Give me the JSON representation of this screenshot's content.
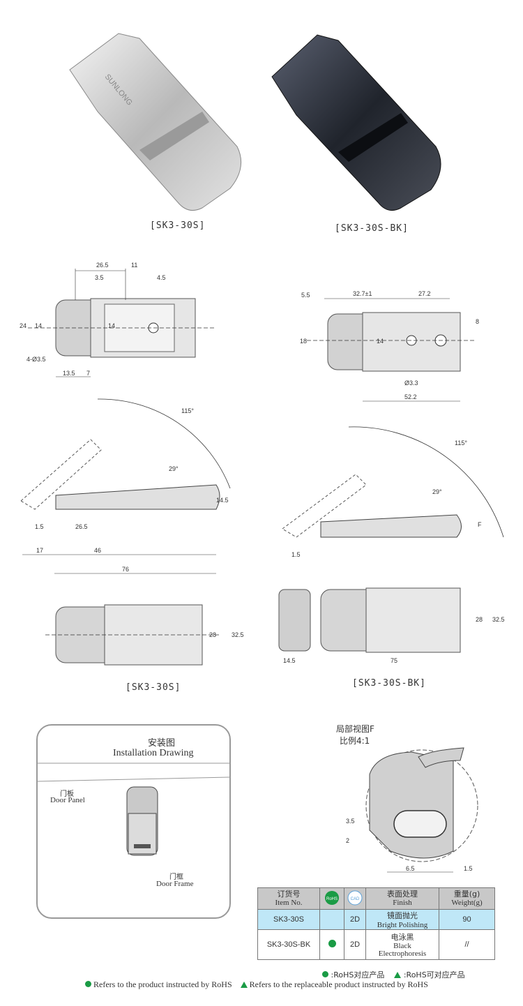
{
  "products": {
    "silver_label": "[SK3-30S]",
    "black_label": "[SK3-30S-BK]"
  },
  "logo_text": "SUNLONG",
  "drawing_captions": {
    "left": "[SK3-30S]",
    "right": "[SK3-30S-BK]"
  },
  "top_view_left": {
    "dims": [
      "26.5",
      "11",
      "3.5",
      "4.5",
      "24",
      "14",
      "14",
      "4-Ø3.5",
      "13.5",
      "7"
    ]
  },
  "top_view_right": {
    "dims": [
      "5.5",
      "32.7±1",
      "27.2",
      "8",
      "18",
      "14",
      "Ø3.3",
      "52.2"
    ]
  },
  "side_view_left": {
    "dims": [
      "115°",
      "29°",
      "14.5",
      "1.5",
      "26.5",
      "17",
      "46",
      "76"
    ]
  },
  "side_view_right": {
    "dims": [
      "115°",
      "29°",
      "F",
      "1.5"
    ]
  },
  "bottom_view_left": {
    "dims": [
      "28",
      "32.5"
    ]
  },
  "bottom_view_right": {
    "dims": [
      "14.5",
      "75",
      "28",
      "32.5"
    ]
  },
  "installation": {
    "title_cn": "安装图",
    "title_en": "Installation Drawing",
    "door_panel_cn": "门板",
    "door_panel_en": "Door Panel",
    "door_frame_cn": "门框",
    "door_frame_en": "Door Frame"
  },
  "detail_view": {
    "title": "局部视图F",
    "scale": "比例4:1",
    "dims": [
      "3.5",
      "2",
      "6.5",
      "1.5"
    ]
  },
  "spec_table": {
    "headers": {
      "item_cn": "订货号",
      "item_en": "Item No.",
      "rohs": "RoHS",
      "cad": "CAD",
      "finish_cn": "表面处理",
      "finish_en": "Finish",
      "weight_cn": "重量(g)",
      "weight_en": "Weight(g)"
    },
    "rows": [
      {
        "item": "SK3-30S",
        "cad": "2D",
        "finish_cn": "镜面抛光",
        "finish_en": "Bright Polishing",
        "weight": "90"
      },
      {
        "item": "SK3-30S-BK",
        "cad": "2D",
        "finish_cn": "电泳黑",
        "finish_en_1": "Black",
        "finish_en_2": "Electrophoresis",
        "weight": "//"
      }
    ]
  },
  "legend": {
    "rohs_cn": ":RoHS对应产品",
    "replace_cn": ":RoHS可对应产品",
    "rohs_en": "Refers to the product instructed by RoHS",
    "replace_en": "Refers to the replaceable product instructed by RoHS"
  },
  "colors": {
    "green": "#1a9b45",
    "table_header": "#c8c8c8",
    "table_highlight": "#bfe7f7"
  }
}
